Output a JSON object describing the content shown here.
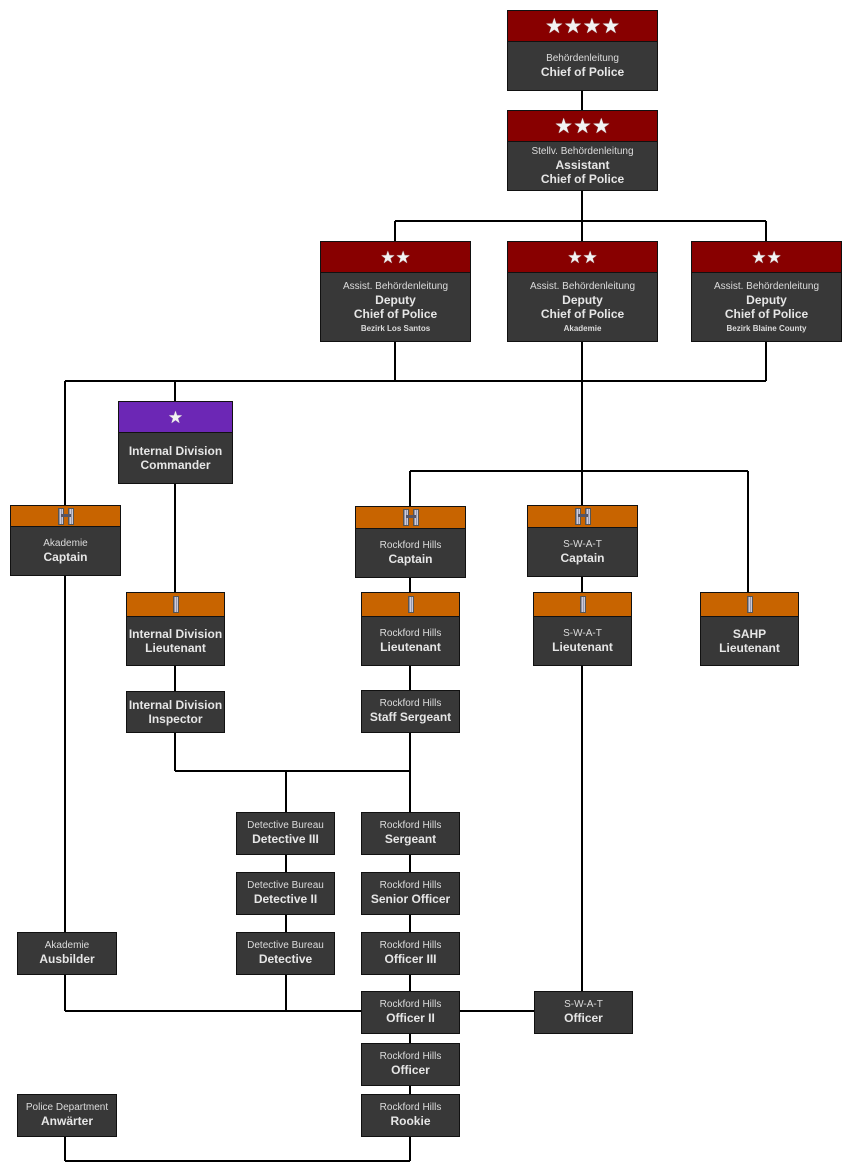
{
  "colors": {
    "command": "#880000",
    "internal": "#6c27b5",
    "officer_rank": "#c86400",
    "box": "#383838",
    "line": "#000000"
  },
  "nodes": [
    {
      "id": "chief",
      "insignia": "stars",
      "count": 4,
      "color": "red",
      "sub": "Behördenleitung",
      "title": [
        "Chief of Police"
      ]
    },
    {
      "id": "assistant-chief",
      "insignia": "stars",
      "count": 3,
      "color": "red",
      "sub": "Stellv. Behördenleitung",
      "title": [
        "Assistant",
        "Chief of Police"
      ]
    },
    {
      "id": "deputy-los-santos",
      "insignia": "stars",
      "count": 2,
      "color": "red",
      "sub": "Assist. Behördenleitung",
      "title": [
        "Deputy",
        "Chief of Police"
      ],
      "note": "Bezirk Los Santos"
    },
    {
      "id": "deputy-akademie",
      "insignia": "stars",
      "count": 2,
      "color": "red",
      "sub": "Assist. Behördenleitung",
      "title": [
        "Deputy",
        "Chief of Police"
      ],
      "note": "Akademie"
    },
    {
      "id": "deputy-blaine-county",
      "insignia": "stars",
      "count": 2,
      "color": "red",
      "sub": "Assist. Behördenleitung",
      "title": [
        "Deputy",
        "Chief of Police"
      ],
      "note": "Bezirk Blaine County"
    },
    {
      "id": "internal-commander",
      "insignia": "stars",
      "count": 1,
      "color": "purple",
      "sub": "",
      "title": [
        "Internal Division",
        "Commander"
      ]
    },
    {
      "id": "akademie-captain",
      "insignia": "bars",
      "count": 2,
      "color": "orange",
      "sub": "Akademie",
      "title": [
        "Captain"
      ]
    },
    {
      "id": "rockford-captain",
      "insignia": "bars",
      "count": 2,
      "color": "orange",
      "sub": "Rockford Hills",
      "title": [
        "Captain"
      ]
    },
    {
      "id": "swat-captain",
      "insignia": "bars",
      "count": 2,
      "color": "orange",
      "sub": "S-W-A-T",
      "title": [
        "Captain"
      ]
    },
    {
      "id": "internal-lieutenant",
      "insignia": "bars",
      "count": 1,
      "color": "orange",
      "sub": "",
      "title": [
        "Internal Division",
        "Lieutenant"
      ]
    },
    {
      "id": "rockford-lieutenant",
      "insignia": "bars",
      "count": 1,
      "color": "orange",
      "sub": "Rockford Hills",
      "title": [
        "Lieutenant"
      ]
    },
    {
      "id": "swat-lieutenant",
      "insignia": "bars",
      "count": 1,
      "color": "orange",
      "sub": "S-W-A-T",
      "title": [
        "Lieutenant"
      ]
    },
    {
      "id": "sahp-lieutenant",
      "insignia": "bars",
      "count": 1,
      "color": "orange",
      "sub": "",
      "title": [
        "SAHP",
        "Lieutenant"
      ]
    },
    {
      "id": "internal-inspector",
      "sub": "",
      "title": [
        "Internal Division",
        "Inspector"
      ]
    },
    {
      "id": "rockford-staff-sergeant",
      "sub": "Rockford Hills",
      "title": [
        "Staff Sergeant"
      ]
    },
    {
      "id": "detective-iii",
      "sub": "Detective Bureau",
      "title": [
        "Detective III"
      ]
    },
    {
      "id": "rockford-sergeant",
      "sub": "Rockford Hills",
      "title": [
        "Sergeant"
      ]
    },
    {
      "id": "detective-ii",
      "sub": "Detective Bureau",
      "title": [
        "Detective II"
      ]
    },
    {
      "id": "rockford-senior-officer",
      "sub": "Rockford Hills",
      "title": [
        "Senior Officer"
      ]
    },
    {
      "id": "akademie-ausbilder",
      "sub": "Akademie",
      "title": [
        "Ausbilder"
      ]
    },
    {
      "id": "detective",
      "sub": "Detective Bureau",
      "title": [
        "Detective"
      ]
    },
    {
      "id": "rockford-officer-iii",
      "sub": "Rockford Hills",
      "title": [
        "Officer III"
      ]
    },
    {
      "id": "rockford-officer-ii",
      "sub": "Rockford Hills",
      "title": [
        "Officer II"
      ]
    },
    {
      "id": "swat-officer",
      "sub": "S-W-A-T",
      "title": [
        "Officer"
      ]
    },
    {
      "id": "rockford-officer",
      "sub": "Rockford Hills",
      "title": [
        "Officer"
      ]
    },
    {
      "id": "anwaerter",
      "sub": "Police Department",
      "title": [
        "Anwärter"
      ]
    },
    {
      "id": "rockford-rookie",
      "sub": "Rockford Hills",
      "title": [
        "Rookie"
      ]
    }
  ]
}
